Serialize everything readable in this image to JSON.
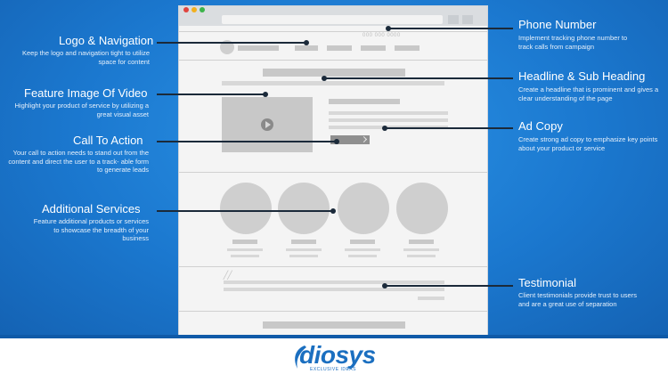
{
  "annotations": {
    "logo_nav": {
      "title": "Logo & Navigation",
      "desc": "Keep the logo and navigation tight to utilize space for content"
    },
    "feature_image": {
      "title": "Feature Image Of Video",
      "desc": "Highlight your product of service by utilizing a great visual asset"
    },
    "cta": {
      "title": "Call To Action",
      "desc": "Your call to action needs to stand out from the content and direct the user to a track- able form to generate leads"
    },
    "additional_services": {
      "title": "Additional Services",
      "desc": "Feature additional products or services to showcase the breadth of your business"
    },
    "phone_number": {
      "title": "Phone Number",
      "desc": "Implement tracking phone number to track calls from campaign"
    },
    "headline": {
      "title": "Headline & Sub Heading",
      "desc": "Create a headline that is prominent and gives a clear understanding of the page"
    },
    "ad_copy": {
      "title": "Ad Copy",
      "desc": "Create strong ad copy to emphasize key points about your product or service"
    },
    "testimonial": {
      "title": "Testimonial",
      "desc": "Client testimonials provide trust to users and are a great use of separation"
    }
  },
  "mockup": {
    "phone_text": "000 000 0000",
    "dot_colors": [
      "#e0443e",
      "#f2b01e",
      "#3cb44a"
    ]
  },
  "brand": {
    "name": "diosys",
    "tagline": "EXCLUSIVE IDEAS",
    "color": "#1b6fc0"
  }
}
